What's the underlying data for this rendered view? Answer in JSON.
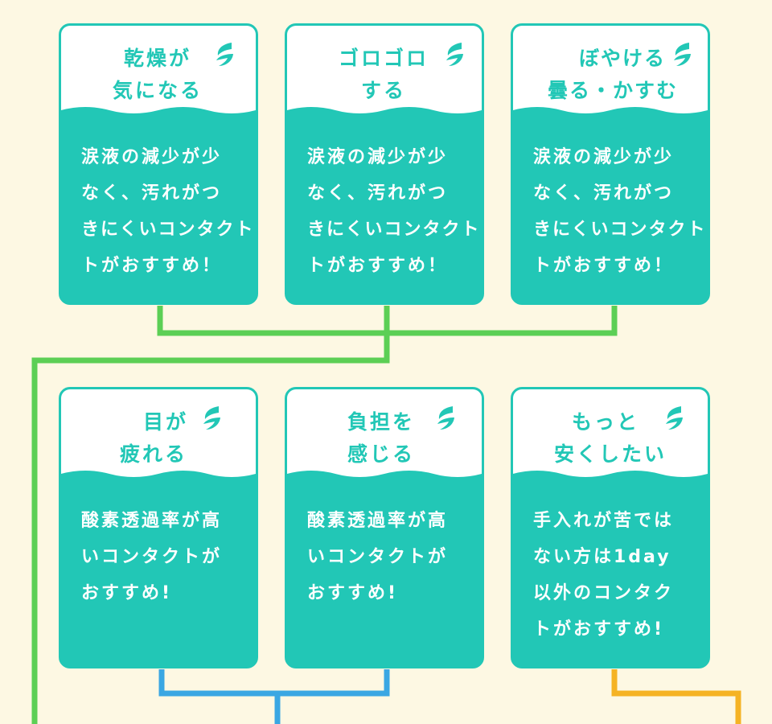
{
  "colors": {
    "background": "#fdf8e3",
    "card_teal": "#22c7b6",
    "header_white": "#ffffff",
    "connector_green": "#5ccf55",
    "connector_blue": "#3aa7e3",
    "connector_orange": "#f5b324"
  },
  "cards": [
    {
      "id": "dryness",
      "icon": "water-drop-icon",
      "title_lines": [
        "乾燥が",
        "気になる"
      ],
      "body_lines": [
        "涙液の減少が少",
        "なく、汚れがつ",
        "きにくいコンタクト",
        "トがおすすめ！"
      ]
    },
    {
      "id": "irritation",
      "icon": "water-drop-icon",
      "title_lines": [
        "ゴロゴロ",
        "する"
      ],
      "body_lines": [
        "涙液の減少が少",
        "なく、汚れがつ",
        "きにくいコンタクト",
        "トがおすすめ！"
      ]
    },
    {
      "id": "blurry",
      "icon": "water-drop-icon",
      "title_lines": [
        "ぼやける",
        "曇る・かすむ"
      ],
      "body_lines": [
        "涙液の減少が少",
        "なく、汚れがつ",
        "きにくいコンタクト",
        "トがおすすめ！"
      ]
    },
    {
      "id": "eye-strain",
      "icon": "water-drop-icon",
      "title_lines": [
        "目が",
        "疲れる"
      ],
      "body_lines": [
        "酸素透過率が高",
        "いコンタクトが",
        "おすすめ!"
      ]
    },
    {
      "id": "burden",
      "icon": "water-drop-icon",
      "title_lines": [
        "負担を",
        "感じる"
      ],
      "body_lines": [
        "酸素透過率が高",
        "いコンタクトが",
        "おすすめ!"
      ]
    },
    {
      "id": "cheaper",
      "icon": "water-drop-icon",
      "title_lines": [
        "もっと",
        "安くしたい"
      ],
      "body_lines": [
        "手入れが苦では",
        "ない方は1day",
        "以外のコンタク",
        "トがおすすめ!"
      ]
    }
  ]
}
